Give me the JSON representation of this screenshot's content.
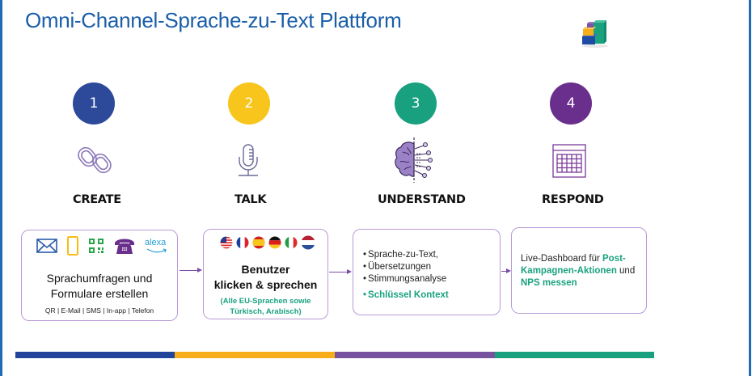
{
  "title": "Omni-Channel-Sprache-zu-Text Plattform",
  "colors": {
    "title": "#1a5ea8",
    "frame_border": "#1f6cb5",
    "step1": "#2d4a9a",
    "step2": "#f7c51c",
    "step3": "#18a07f",
    "step4": "#6a2f8c",
    "highlight": "#1aa27f",
    "box_border": "#b99ad6",
    "arrow": "#7a4aa8",
    "bar_segments": [
      "#22449a",
      "#f8ad1a",
      "#77539f",
      "#18a07f"
    ]
  },
  "steps": [
    {
      "number": "1",
      "label": "CREATE",
      "icon": "link-chain-icon"
    },
    {
      "number": "2",
      "label": "TALK",
      "icon": "microphone-icon"
    },
    {
      "number": "3",
      "label": "UNDERSTAND",
      "icon": "ai-brain-icon"
    },
    {
      "number": "4",
      "label": "RESPOND",
      "icon": "calendar-grid-icon"
    }
  ],
  "boxes": {
    "create": {
      "channel_icons": [
        "envelope-icon",
        "smartphone-icon",
        "qr-code-icon",
        "telephone-icon",
        "alexa-icon"
      ],
      "alexa_label": "alexa",
      "title_line1": "Sprachumfragen und",
      "title_line2": "Formulare erstellen",
      "channels": "QR | E-Mail | SMS | In-app | Telefon"
    },
    "talk": {
      "flag_icons": [
        "us-flag-icon",
        "france-flag-icon",
        "spain-flag-icon",
        "germany-flag-icon",
        "italy-flag-icon",
        "netherlands-flag-icon"
      ],
      "title_line1": "Benutzer",
      "title_line2": "klicken & sprechen",
      "languages_line1": "(Alle EU-Sprachen sowie",
      "languages_line2": "Türkisch, Arabisch)"
    },
    "understand": {
      "items": [
        "Sprache-zu-Text,",
        "Übersetzungen",
        "Stimmungsanalyse"
      ],
      "highlight_item": "Schlüssel Kontext"
    },
    "respond": {
      "text_part1": "Live-Dashboard für ",
      "highlight_part1": "Post-Kampagnen-Aktionen",
      "text_part2": " und ",
      "highlight_part2": "NPS messen"
    }
  }
}
